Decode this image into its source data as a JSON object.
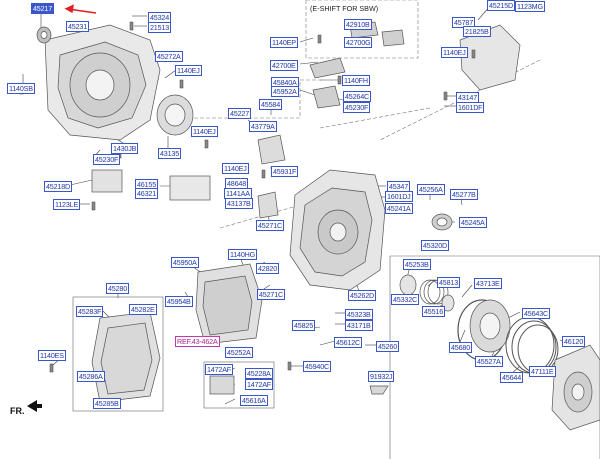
{
  "eshift_title": "(E-SHIFT FOR SBW)",
  "direction_label": "FR.",
  "colors": {
    "label_border": "#3a57c9",
    "selected_fill": "#3a57c9",
    "ref_color": "#b0208f",
    "arrow": "#e02020"
  },
  "parts": {
    "p45217": "45217",
    "p45324": "45324",
    "p21513": "21513",
    "p45231": "45231",
    "p45272A": "45272A",
    "p1140EJ_a": "1140EJ",
    "p1140SB": "1140SB",
    "p1140EJ_b": "1140EJ",
    "p1430JB": "1430JB",
    "p43135": "43135",
    "p45230F_a": "45230F",
    "p45218D": "45218D",
    "p46155": "46155",
    "p46321": "46321",
    "p1123LE": "1123LE",
    "p1140EP": "1140EP",
    "p42910B": "42910B",
    "p42700G": "42700G",
    "p42700E": "42700E",
    "p1140FH": "1140FH",
    "p45840A": "45840A",
    "p45952A": "45952A",
    "p45264C": "45264C",
    "p45230F_b": "45230F",
    "p45227": "45227",
    "p45584": "45584",
    "p43779A": "43779A",
    "p1140EJ_c": "1140EJ",
    "p45931F": "45931F",
    "p48648": "48648",
    "p1141AA": "1141AA",
    "p43137B": "43137B",
    "p45271C_a": "45271C",
    "p45215D": "45215D",
    "p1123MG": "1123MG",
    "p45787": "45787",
    "p21825B": "21825B",
    "p1140EJ_d": "1140EJ",
    "p43147": "43147",
    "p1601DF": "1601DF",
    "p45347": "45347",
    "p1601DJ": "1601DJ",
    "p45241A": "45241A",
    "p45256A": "45256A",
    "p45277B": "45277B",
    "p45245A": "45245A",
    "p45320D": "45320D",
    "p1140HG": "1140HG",
    "p45950A": "45950A",
    "p42820": "42820",
    "p45954B": "45954B",
    "p45271C_b": "45271C",
    "p45262D": "45262D",
    "p45323B": "45323B",
    "p43171B": "43171B",
    "p45825": "45825",
    "p45612C": "45612C",
    "p45260": "45260",
    "p45940C": "45940C",
    "p45280": "45280",
    "p45283F": "45283F",
    "p45282E": "45282E",
    "pREF": "REF.43-462A",
    "p45252A": "45252A",
    "p1140ES": "1140ES",
    "p45286A": "45286A",
    "p45285B": "45285B",
    "p1472AF_a": "1472AF",
    "p45228A": "45228A",
    "p1472AF_b": "1472AF",
    "p45616A": "45616A",
    "p91932J": "91932J",
    "p45253B": "45253B",
    "p45813": "45813",
    "p43713E": "43713E",
    "p45332C": "45332C",
    "p45516": "45516",
    "p45643C": "45643C",
    "p45680": "45680",
    "p46120": "46120",
    "p45527A": "45527A",
    "p45644": "45644",
    "p47111E": "47111E"
  }
}
